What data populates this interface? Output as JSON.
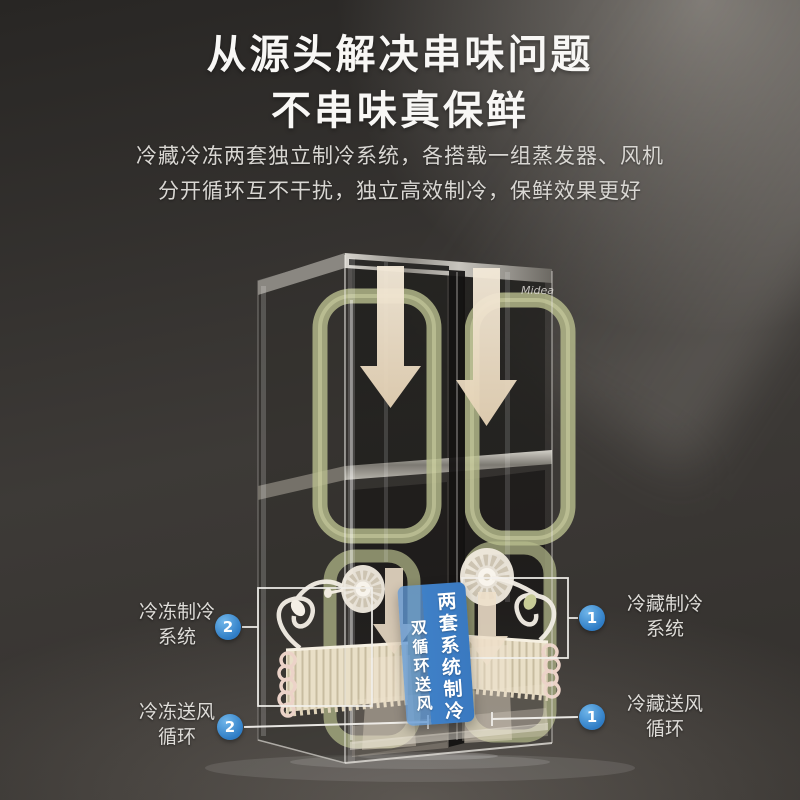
{
  "header": {
    "title": "从源头解决串味问题",
    "subtitle": "不串味真保鲜",
    "desc_line1": "冷藏冷冻两套独立制冷系统，各搭载一组蒸发器、风机",
    "desc_line2": "分开循环互不干扰，独立高效制冷，保鲜效果更好"
  },
  "center_badge": {
    "primary_vertical": "两套系统制冷",
    "secondary_vertical": "双循环送风",
    "bg_color": "#3f80c7"
  },
  "callouts": {
    "freezer_cooling": {
      "number": "2",
      "line1": "冷冻制冷",
      "line2": "系统"
    },
    "freezer_airflow": {
      "number": "2",
      "line1": "冷冻送风",
      "line2": "循环"
    },
    "fridge_cooling": {
      "number": "1",
      "line1": "冷藏制冷",
      "line2": "系统"
    },
    "fridge_airflow": {
      "number": "1",
      "line1": "冷藏送风",
      "line2": "循环"
    }
  },
  "brand": {
    "logo_text": "Midea"
  },
  "colors": {
    "accent_blue": "#3f80c7",
    "bullet_blue": "#3d8ed8",
    "airflow_green": "#b7bc8c",
    "arrow_cream": "#eedfca",
    "background_dark": "#2e2b29",
    "label_text": "#dedcd8"
  }
}
